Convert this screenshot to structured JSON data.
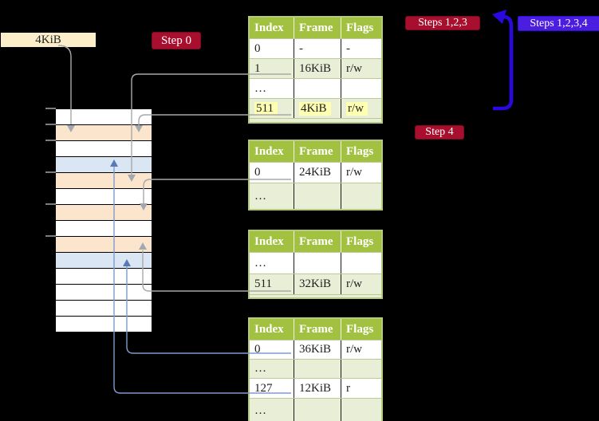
{
  "labels": {
    "page_size": "4KiB",
    "step0": "Step 0",
    "steps123": "Steps 1,2,3",
    "steps1234": "Steps 1,2,3,4",
    "step4": "Step 4"
  },
  "tables": [
    {
      "name": "frame-table-top",
      "headers": [
        "Index",
        "Frame",
        "Flags"
      ],
      "rows": [
        {
          "cells": [
            "0",
            "-",
            "-"
          ]
        },
        {
          "cells": [
            "1",
            "16KiB",
            "r/w"
          ]
        },
        {
          "cells": [
            "…",
            "",
            ""
          ]
        },
        {
          "cells": [
            "511",
            "4KiB",
            "r/w"
          ],
          "highlight": true
        }
      ]
    },
    {
      "name": "frame-table-upper-middle",
      "headers": [
        "Index",
        "Frame",
        "Flags"
      ],
      "rows": [
        {
          "cells": [
            "0",
            "24KiB",
            "r/w"
          ]
        },
        {
          "cells": [
            "…",
            "",
            ""
          ]
        }
      ]
    },
    {
      "name": "frame-table-lower-middle",
      "headers": [
        "Index",
        "Frame",
        "Flags"
      ],
      "rows": [
        {
          "cells": [
            "…",
            "",
            ""
          ]
        },
        {
          "cells": [
            "511",
            "32KiB",
            "r/w"
          ]
        }
      ]
    },
    {
      "name": "frame-table-bottom",
      "headers": [
        "Index",
        "Frame",
        "Flags"
      ],
      "rows": [
        {
          "cells": [
            "0",
            "36KiB",
            "r/w"
          ]
        },
        {
          "cells": [
            "…",
            "",
            ""
          ]
        },
        {
          "cells": [
            "127",
            "12KiB",
            "r"
          ]
        },
        {
          "cells": [
            "…",
            "",
            ""
          ]
        }
      ]
    }
  ],
  "memory_column": {
    "rows": [
      "white",
      "peach",
      "white",
      "blue",
      "peach",
      "white",
      "peach",
      "white",
      "peach",
      "blue",
      "white",
      "white",
      "white",
      "white"
    ]
  },
  "colors": {
    "background": "#000000",
    "header_green": "#a3c140",
    "row_green": "#e9efd6",
    "peach": "#fbe5cd",
    "light_blue": "#dbe6f4",
    "cream": "#fceec9",
    "crimson_badge": "#a80f2e",
    "blue_badge": "#4a1de0",
    "gray_line": "#a8a8a8",
    "steel_line": "#7e9ccc",
    "steel_arrow": "#5878b8",
    "big_arrow_blue": "#2a08e0",
    "highlight_yellow": "#feffb0"
  }
}
